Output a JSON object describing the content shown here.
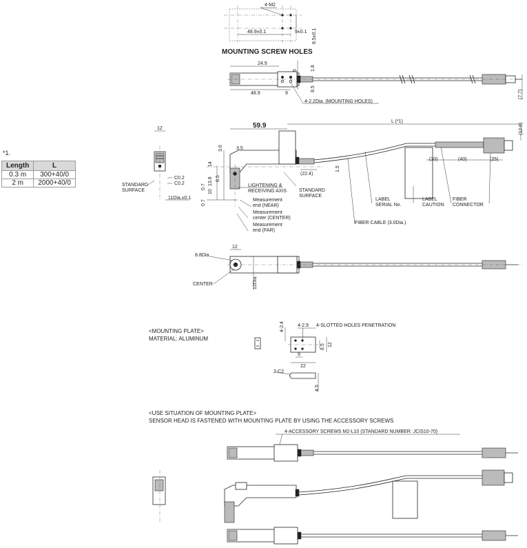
{
  "note": {
    "ref": "*1."
  },
  "table": {
    "headers": [
      "Length",
      "L"
    ],
    "rows": [
      [
        "0.3 m",
        "300+40/0"
      ],
      [
        "2 m",
        "2000+40/0"
      ]
    ]
  },
  "screw_holes": {
    "title": "MOUNTING SCREW HOLES",
    "thread": "4-M2",
    "dim_48_9": "48.9±0.1",
    "dim_9": "9±0.1",
    "dim_8_5": "8.5±0.1"
  },
  "top_view": {
    "d24_9": "24.9",
    "d48_9": "48.9",
    "d9": "9",
    "d5": "5",
    "d1_8": "1.8",
    "d8_5": "8.5",
    "d7_7": "(7.7)",
    "holes": "4-2.2Dia. (MOUNTING HOLES)"
  },
  "side_view": {
    "d12": "12",
    "d59_9": "59.9",
    "L": "L (*1)",
    "d12_6": "(12.6)",
    "d3_6": "3.6",
    "d3_5": "3.5",
    "d14": "14",
    "d13_8": "13.8",
    "d8_5": "8.5",
    "d10": "10",
    "d0_7a": "0.7",
    "d0_7b": "0.7",
    "d22_4": "(22.4)",
    "d1_5": "1.5",
    "d30": "(30)",
    "d40": "(40)",
    "d25": "(25)",
    "c02a": "C0.2",
    "c02b": "C0.2",
    "std_surface_left_1": "STANDARD",
    "std_surface_left_2": "SURFACE",
    "d11dia": "11Dia.±0.1",
    "light_axis_1": "LIGHTENING &",
    "light_axis_2": "RECEIVING AXIS",
    "std_surface_1": "STANDARD",
    "std_surface_2": "SURFACE",
    "meas_near_1": "Measurement",
    "meas_near_2": "end (NEAR)",
    "meas_center_1": "Measurement",
    "meas_center_2": "center (CENTER)",
    "meas_far_1": "Measurement",
    "meas_far_2": "end (FAR)",
    "label_serial_1": "LABEL",
    "label_serial_2": "SERIAL No.",
    "label_caution_1": "LABEL",
    "label_caution_2": "CAUTION",
    "fiber_connector_1": "FIBER",
    "fiber_connector_2": "CONNECTOR",
    "fiber_cable": "FIBER CABLE (3.0Dia.)"
  },
  "bottom_view": {
    "d8_8dia": "8.8Dia.",
    "d12": "12",
    "d12dia": "12Dia.",
    "center": "CENTER"
  },
  "mounting_plate": {
    "title": "<MOUNTING PLATE>",
    "material": "MATERIAL: ALUMINUM",
    "d4_2_4": "4-2.4",
    "d4_2_9": "4-2.9",
    "slotted": "4-SLOTTED HOLES PENETRATION",
    "d8_5": "8.5",
    "d12": "12",
    "d9": "9",
    "d22": "22",
    "c2": "2-C2",
    "t4_5": "4.5"
  },
  "use_situation": {
    "title": "<USE SITUATION OF MOUNTING PLATE>",
    "desc": "SENSOR HEAD IS FASTENED WITH MOUNTING PLATE BY USING THE ACCESSORY SCREWS",
    "screws": "4-ACCESSORY SCREWS M2-L10 (STANDARD NUMBER: JCIS10-70)"
  }
}
